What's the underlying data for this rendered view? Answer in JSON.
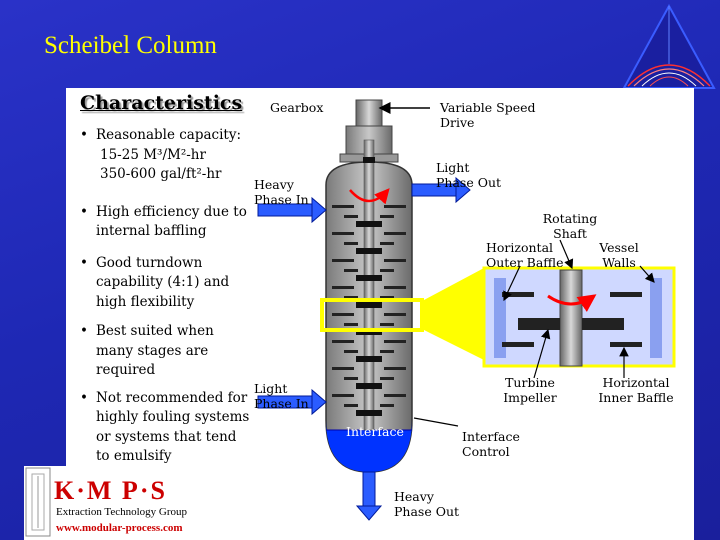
{
  "slide": {
    "title": "Scheibel Column",
    "characteristics_heading": "Characteristics",
    "bullets": [
      {
        "text": "Reasonable capacity:",
        "sub": [
          "15-25 M³/M²-hr",
          "350-600 gal/ft²-hr"
        ]
      },
      {
        "text": "High efficiency due to internal baffling",
        "sub": []
      },
      {
        "text": "Good turndown capability (4:1) and high flexibility",
        "sub": []
      },
      {
        "text": "Best suited when many stages are required",
        "sub": []
      },
      {
        "text": "Not recommended for highly fouling systems or systems that tend to emulsify",
        "sub": []
      }
    ]
  },
  "diagram": {
    "labels": {
      "gearbox": "Gearbox",
      "variable_speed_drive": "Variable Speed Drive",
      "light_phase_out": "Light Phase Out",
      "heavy_phase_in": "Heavy Phase In",
      "rotating_shaft": "Rotating Shaft",
      "horizontal_outer_baffle": "Horizontal Outer Baffle",
      "vessel_walls": "Vessel Walls",
      "light_phase_in": "Light Phase In",
      "interface": "Interface",
      "interface_control": "Interface Control",
      "turbine_impeller": "Turbine Impeller",
      "horizontal_inner_baffle": "Horizontal Inner Baffle",
      "heavy_phase_out": "Heavy Phase Out"
    }
  },
  "logo": {
    "brand": "K·M P·S",
    "subtitle": "Extraction Technology Group",
    "url": "www.modular-process.com"
  },
  "colors": {
    "background": "#1e28b4",
    "title": "#ffff00",
    "heavy_phase_liquid": "#0033ff",
    "rotation_arrow": "#ff0000",
    "highlight": "#ffff00",
    "logo_red": "#cc0000"
  }
}
